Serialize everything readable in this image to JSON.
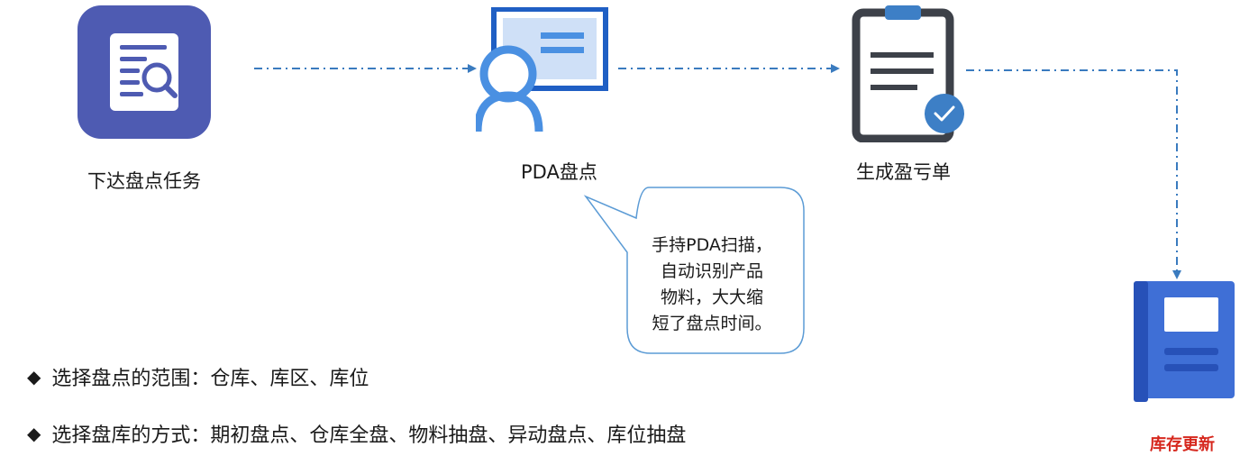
{
  "steps": {
    "issue_task": "下达盘点任务",
    "pda_count": "PDA盘点",
    "profit_loss": "生成盈亏单",
    "stock_update": "库存更新"
  },
  "bubble": {
    "line1": "手持PDA扫描，",
    "line2": "自动识别产品",
    "line3": "物料，大大缩",
    "line4": "短了盘点时间。"
  },
  "bullets": [
    {
      "symbol": "◆",
      "text": "选择盘点的范围：仓库、库区、库位"
    },
    {
      "symbol": "◆",
      "text": "选择盘库的方式：期初盘点、仓库全盘、物料抽盘、异动盘点、库位抽盘"
    }
  ],
  "colors": {
    "task_icon_bg": "#4e5bb2",
    "pda_blue": "#4a90e2",
    "pda_frame": "#1f5fc4",
    "clipboard_dark": "#3d4149",
    "check_blue": "#3d7fc6",
    "book_blue": "#3f6fd6",
    "book_spine": "#2751b8",
    "arrow_blue": "#3a7bbf",
    "highlight_red": "#d6281e"
  },
  "icons": [
    "document-search-icon",
    "pda-user-icon",
    "clipboard-check-icon",
    "book-icon"
  ]
}
